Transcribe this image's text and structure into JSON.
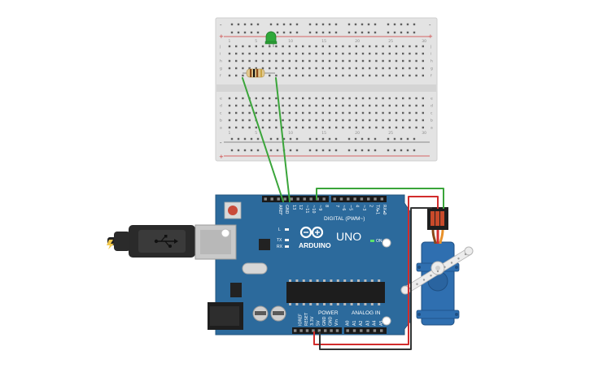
{
  "board": {
    "brand": "ARDUINO",
    "model": "UNO",
    "digital_label": "DIGITAL (PWM~)",
    "power_label": "POWER",
    "analog_label": "ANALOG IN",
    "on_label": "ON",
    "led_labels": [
      "L",
      "TX",
      "RX"
    ],
    "digital_pins": [
      "AREF",
      "GND",
      "13",
      "12",
      "~11",
      "~10",
      "~9",
      "8",
      "7",
      "~6",
      "~5",
      "4",
      "~3",
      "2",
      "TX▸1",
      "RX◂0"
    ],
    "power_pins": [
      "IOREF",
      "RESET",
      "3.3V",
      "5V",
      "GND",
      "GND",
      "Vin"
    ],
    "analog_pins": [
      "A0",
      "A1",
      "A2",
      "A3",
      "A4",
      "A5"
    ]
  },
  "breadboard": {
    "row_letters_top": [
      "j",
      "i",
      "h",
      "g",
      "f"
    ],
    "row_letters_bottom": [
      "e",
      "d",
      "c",
      "b",
      "a"
    ],
    "column_numbers": [
      "1",
      "5",
      "10",
      "15",
      "20",
      "25",
      "30"
    ],
    "rail_symbols": [
      "-",
      "+"
    ]
  },
  "colors": {
    "pcb": "#2c6a9c",
    "breadboard": "#e4e4e4",
    "wire_green": "#3aa53a",
    "wire_red": "#d22c2c",
    "wire_black": "#333333",
    "servo": "#2f6fb0",
    "led": "#2fa83a"
  }
}
